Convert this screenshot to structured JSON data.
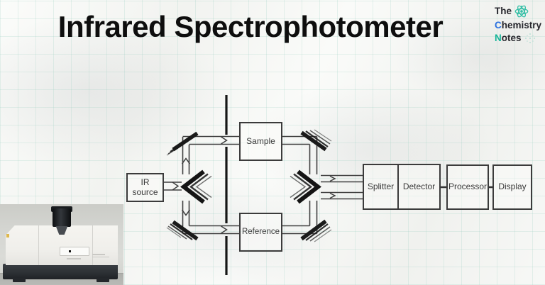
{
  "title": "Infrared Spectrophotometer",
  "logo": {
    "word1": "The",
    "word2_initial": "C",
    "word2_rest": "hemistry",
    "word3_initial": "N",
    "word3_rest": "otes"
  },
  "diagram": {
    "boxes": {
      "ir_source": "IR source",
      "sample": "Sample",
      "reference": "Reference",
      "splitter": "Splitter",
      "detector": "Detector",
      "processor": "Processor",
      "display": "Display"
    }
  },
  "colors": {
    "ink_lines": "#3f3f3f",
    "mirror_black": "#1a1a1a",
    "title_text": "#0e0e0e",
    "logo_blue": "#2a6fe0",
    "logo_teal": "#17b598",
    "atom_teal": "#34bfa6",
    "grid_teal": "#d7ece6"
  }
}
